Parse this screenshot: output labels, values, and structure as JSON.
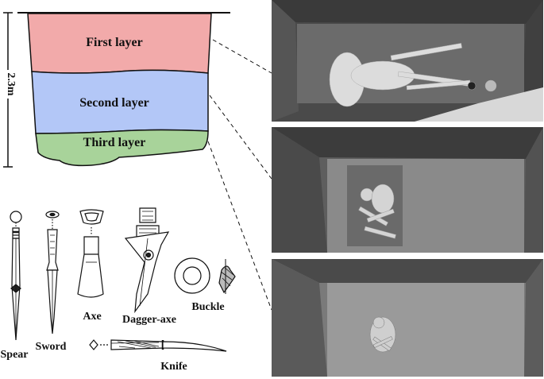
{
  "section": {
    "depth_label": "2.3m",
    "layers": [
      {
        "name": "First layer",
        "color": "#f2aaaa"
      },
      {
        "name": "Second layer",
        "color": "#b3c7f7"
      },
      {
        "name": "Third layer",
        "color": "#a8d39a"
      }
    ]
  },
  "artifacts": {
    "spear": "Spear",
    "sword": "Sword",
    "axe": "Axe",
    "dagger_axe": "Dagger-axe",
    "buckle": "Buckle",
    "knife": "Knife"
  },
  "photos": {
    "count": 3,
    "descriptions_hidden": true
  }
}
